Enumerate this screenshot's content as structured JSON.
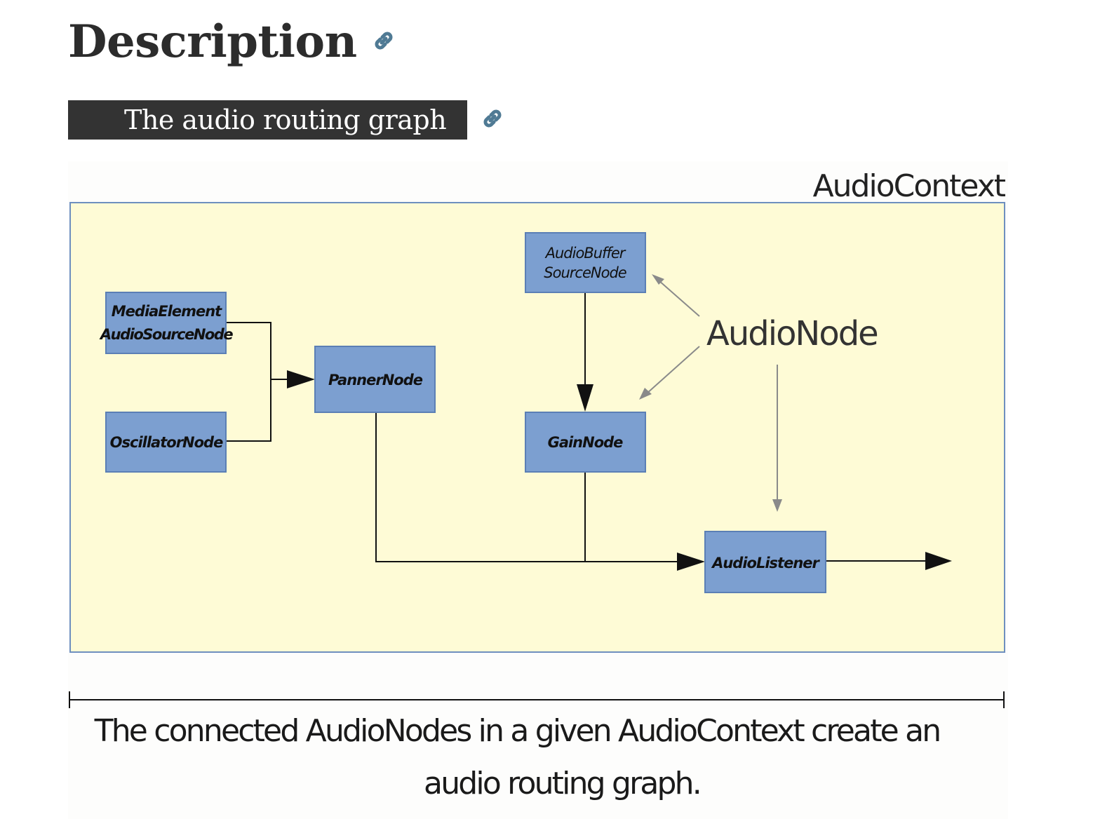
{
  "page": {
    "heading": "Description",
    "subheading": "The audio routing graph"
  },
  "icons": {
    "heading_link": "link-icon",
    "subheading_link": "link-icon"
  },
  "colors": {
    "heading_text": "#2c2c2c",
    "subheading_bg": "#333333",
    "link_icon": "#4f7a94",
    "context_fill": "#fefbd6",
    "context_border": "#6e8fbf",
    "node_fill": "#7c9fd0",
    "node_border": "#5b7fb5",
    "annotation_arrow": "#8a8a8a"
  },
  "diagram": {
    "context_label": "AudioContext",
    "annotation_label": "AudioNode",
    "caption_line1": "The connected AudioNodes in a given AudioContext create an",
    "caption_line2": "audio routing graph.",
    "nodes": {
      "media_element_line1": "MediaElement",
      "media_element_line2": "AudioSourceNode",
      "oscillator": "OscillatorNode",
      "panner": "PannerNode",
      "buffer_line1": "AudioBuffer",
      "buffer_line2": "SourceNode",
      "gain": "GainNode",
      "listener": "AudioListener"
    }
  }
}
